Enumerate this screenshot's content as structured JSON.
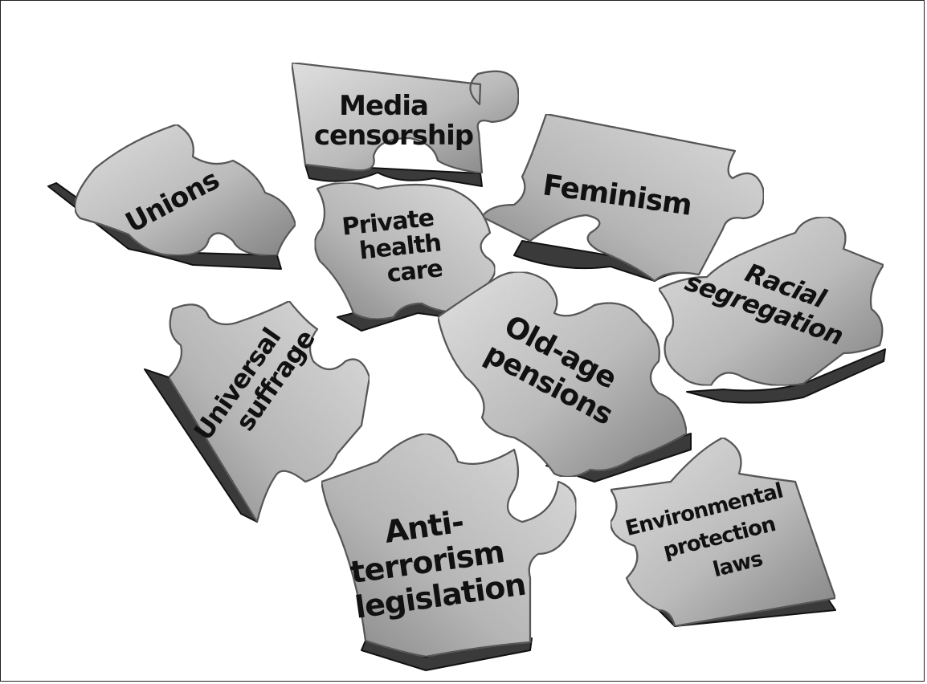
{
  "pieces": [
    {
      "id": "media-censorship",
      "lines": [
        "Media",
        "censorship"
      ]
    },
    {
      "id": "unions",
      "lines": [
        "Unions"
      ]
    },
    {
      "id": "private-health-care",
      "lines": [
        "Private",
        "health",
        "care"
      ]
    },
    {
      "id": "feminism",
      "lines": [
        "Feminism"
      ]
    },
    {
      "id": "racial-segregation",
      "lines": [
        "Racial",
        "segregation"
      ]
    },
    {
      "id": "universal-suffrage",
      "lines": [
        "Universal",
        "suffrage"
      ]
    },
    {
      "id": "old-age-pensions",
      "lines": [
        "Old-age",
        "pensions"
      ]
    },
    {
      "id": "anti-terrorism-legislation",
      "lines": [
        "Anti-",
        "terrorism",
        "legislation"
      ]
    },
    {
      "id": "environmental-protection-laws",
      "lines": [
        "Environmental",
        "protection",
        "laws"
      ]
    }
  ],
  "colors": {
    "piece_light": "#eeeeee",
    "piece_mid": "#b9b9b9",
    "piece_dark": "#6f6f6f",
    "edge": "#3a3a3a",
    "outline": "#111111",
    "background": "#ffffff"
  }
}
